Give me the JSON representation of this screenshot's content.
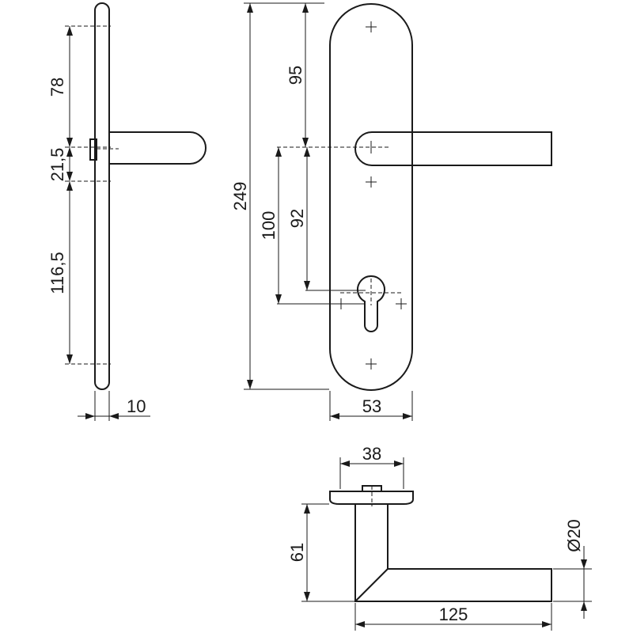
{
  "dimensions": {
    "plate_upper": "78",
    "handle_width": "21,5",
    "plate_lower": "116,5",
    "plate_thickness": "10",
    "total_height": "249",
    "top_to_handle": "95",
    "handle_to_key_100": "100",
    "handle_to_key_92": "92",
    "plate_width": "53",
    "rose_diameter": "38",
    "handle_depth": "61",
    "handle_length": "125",
    "handle_diameter": "Ø20"
  }
}
